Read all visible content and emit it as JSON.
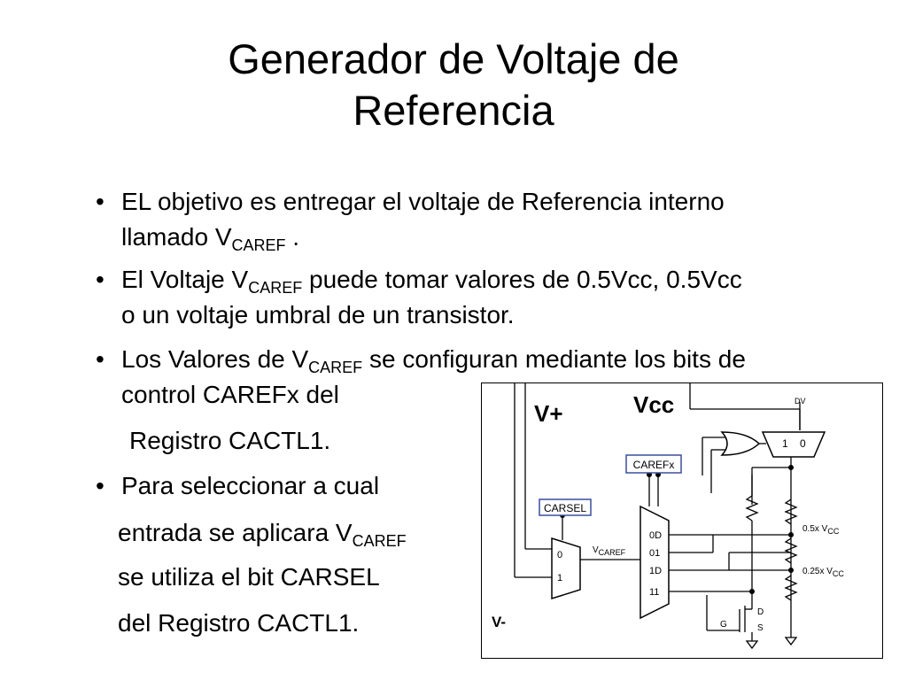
{
  "title": {
    "line1": "Generador de Voltaje de",
    "line2": "Referencia"
  },
  "bullets": {
    "b1": {
      "l1": "EL objetivo es entregar el voltaje de Referencia interno",
      "l2_pre": "llamado V",
      "l2_sub": "CAREF",
      "l2_post": " ."
    },
    "b2": {
      "l1_pre": "El Voltaje V",
      "l1_sub": "CAREF",
      "l1_post": "  puede tomar valores de 0.5Vcc, 0.5Vcc",
      "l2": "o un voltaje umbral de un transistor."
    },
    "b3": {
      "l1_pre": "Los Valores de V",
      "l1_sub": "CAREF",
      "l1_post": " se configuran mediante los  bits de",
      "l2": "control CAREFx del",
      "l3": "Registro CACTL1."
    },
    "b4": {
      "l1": "Para seleccionar a cual",
      "l2_pre": "entrada se aplicara V",
      "l2_sub": "CAREF",
      "l3": "se utiliza el bit  CARSEL",
      "l4": "del Registro CACTL1."
    },
    "bullet_char": "•"
  },
  "circuit": {
    "v_plus": "V+",
    "v_minus": "V-",
    "vcc": "Vcc",
    "dv": "DV",
    "carefx": "CAREFx",
    "carsel": "CARSEL",
    "mux2_in0": "0",
    "mux2_in1": "1",
    "vcaref_pre": "V",
    "vcaref_sub": "CAREF",
    "mux4": [
      "0D",
      "01",
      "1D",
      "11"
    ],
    "mux_top_1": "1",
    "mux_top_0": "0",
    "half_vcc_pre": "0.5x V",
    "half_vcc_sub": "CC",
    "quarter_vcc_pre": "0.25x V",
    "quarter_vcc_sub": "CC",
    "g": "G",
    "d": "D",
    "s": "S"
  }
}
